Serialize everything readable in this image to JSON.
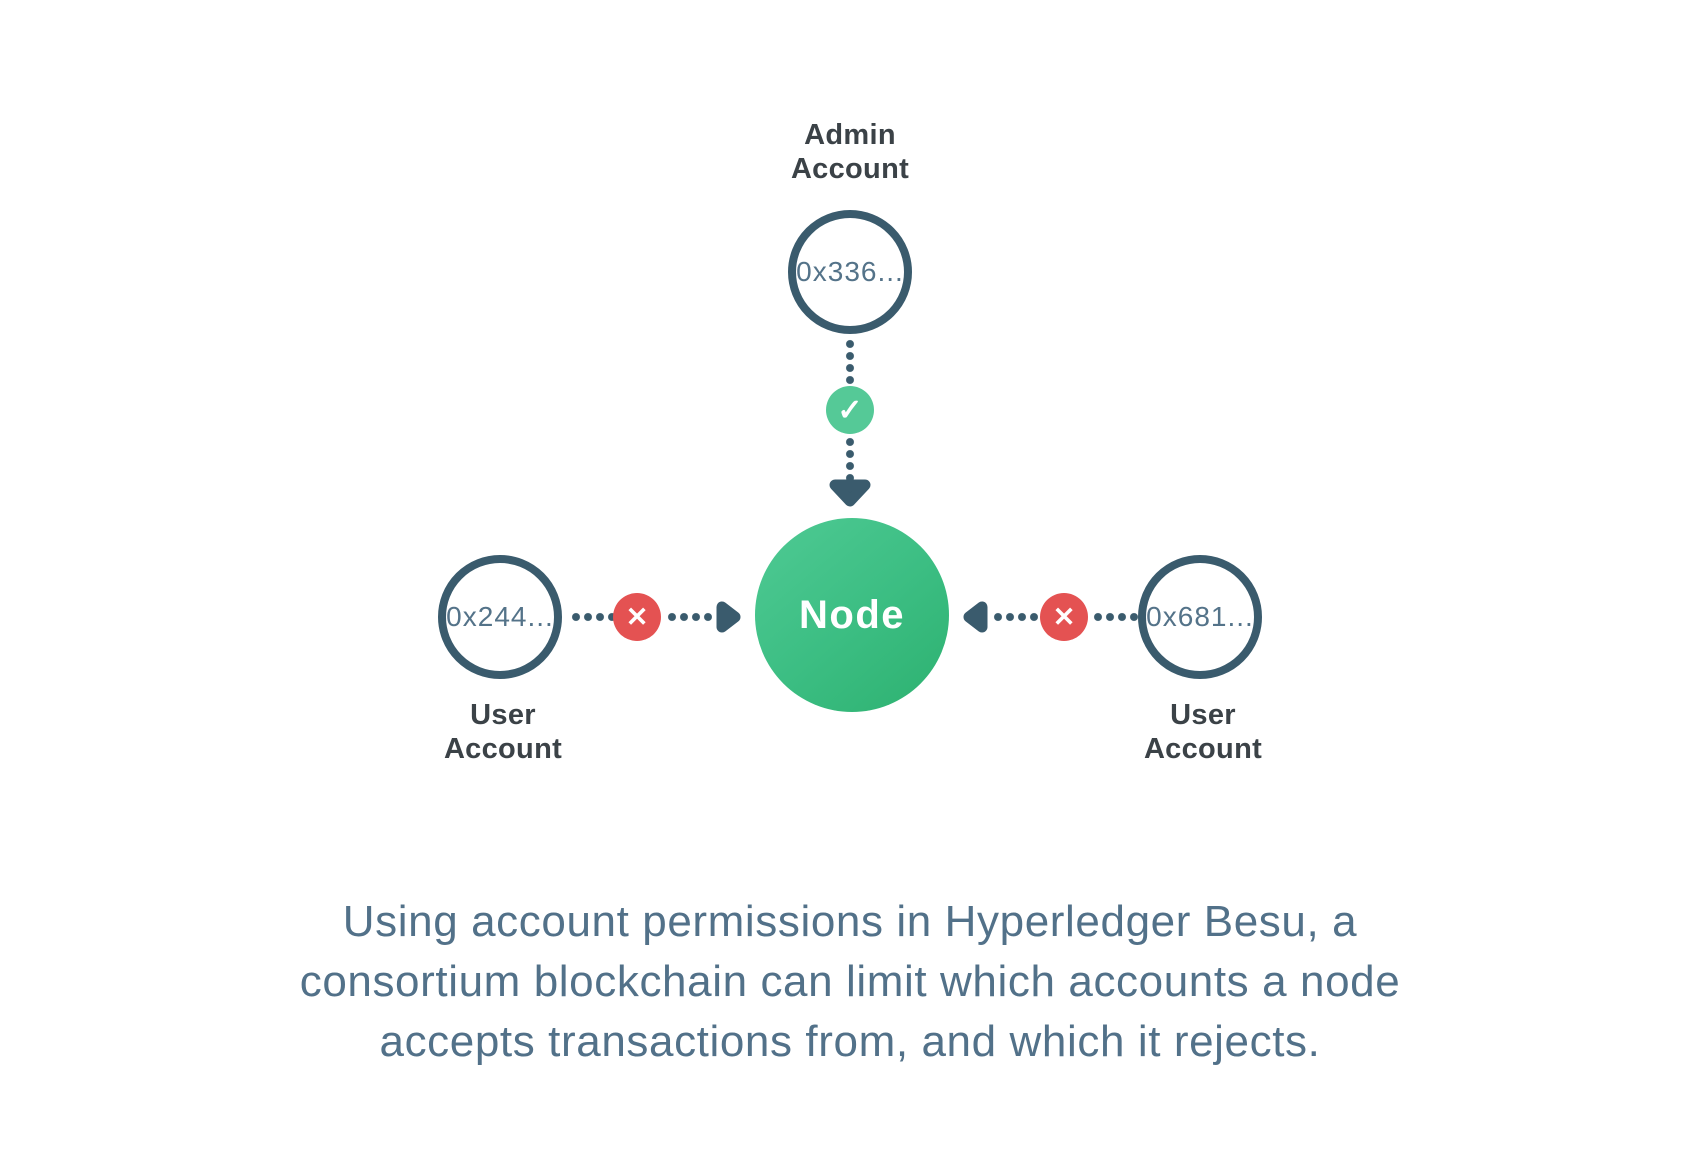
{
  "colors": {
    "slate": "#3a5b6d",
    "label": "#3b4247",
    "address": "#547389",
    "caption": "#527189",
    "green": "#55c997",
    "green_grad_1": "#4fca94",
    "green_grad_2": "#2db170",
    "red": "#e45252",
    "bg": "#ffffff"
  },
  "diagram": {
    "admin": {
      "label_line1": "Admin",
      "label_line2": "Account",
      "address": "0x336..."
    },
    "node": {
      "label": "Node"
    },
    "user_left": {
      "label_line1": "User",
      "label_line2": "Account",
      "address": "0x244..."
    },
    "user_right": {
      "label_line1": "User",
      "label_line2": "Account",
      "address": "0x681..."
    },
    "icons": {
      "check_glyph": "✓",
      "cross_glyph": "✕"
    }
  },
  "caption": {
    "line1": "Using account permissions in Hyperledger Besu, a",
    "line2": "consortium blockchain can limit which accounts a node",
    "line3": "accepts transactions from, and which it rejects."
  }
}
